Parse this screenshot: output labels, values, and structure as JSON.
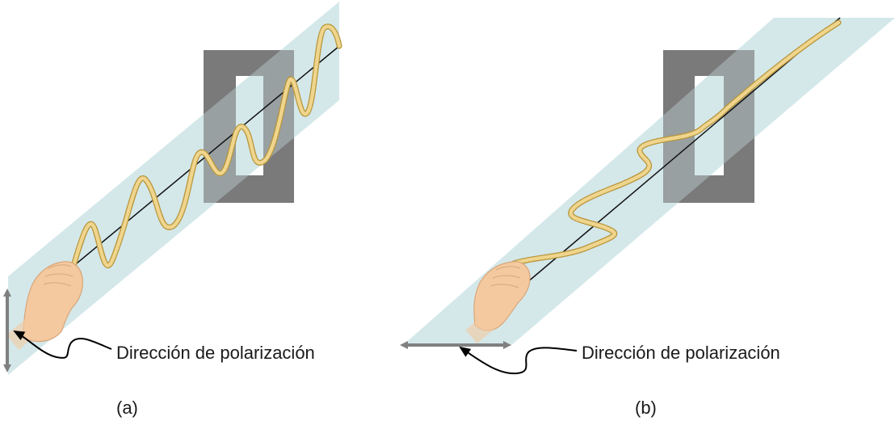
{
  "panels": [
    {
      "caption": "(a)",
      "label": "Dirección de polarización"
    },
    {
      "caption": "(b)",
      "label": "Dirección de polarización"
    }
  ],
  "colors": {
    "plane": "#d4e9ea",
    "slit_frame": "#7a7a7a",
    "rope": "#e8cc7a",
    "rope_outline": "#b8963c",
    "skin": "#f4c9a0",
    "arrow": "#808080",
    "axis_line": "#111111"
  }
}
